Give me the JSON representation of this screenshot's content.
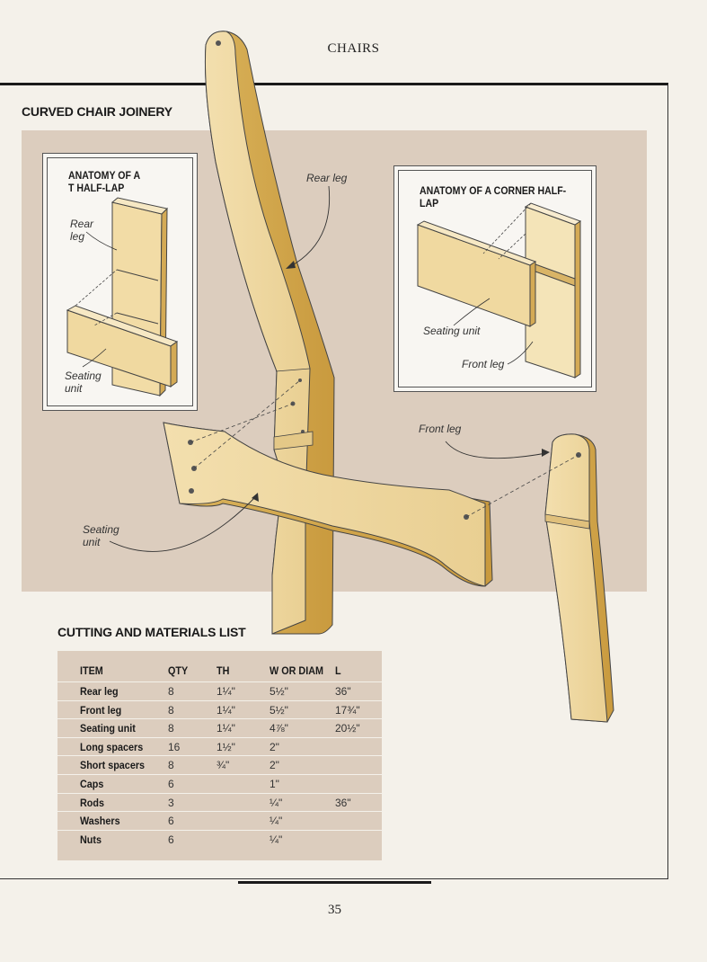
{
  "header": {
    "running_head": "CHAIRS"
  },
  "section": {
    "title": "CURVED CHAIR JOINERY"
  },
  "inset_t": {
    "title_line1": "ANATOMY OF A",
    "title_line2": "T HALF-LAP",
    "label_rear_1": "Rear",
    "label_rear_2": "leg",
    "label_seat_1": "Seating",
    "label_seat_2": "unit"
  },
  "inset_corner": {
    "title": "ANATOMY OF A CORNER HALF-LAP",
    "label_seat": "Seating unit",
    "label_front": "Front leg"
  },
  "main_labels": {
    "rear_leg": "Rear leg",
    "front_leg": "Front leg",
    "seat_1": "Seating",
    "seat_2": "unit"
  },
  "materials": {
    "title": "CUTTING AND MATERIALS LIST",
    "headers": [
      "ITEM",
      "QTY",
      "TH",
      "W OR DIAM",
      "L"
    ],
    "rows": [
      [
        "Rear leg",
        "8",
        "1¼\"",
        "5½\"",
        "36\""
      ],
      [
        "Front leg",
        "8",
        "1¼\"",
        "5½\"",
        "17¾\""
      ],
      [
        "Seating unit",
        "8",
        "1¼\"",
        "4⅞\"",
        "20½\""
      ],
      [
        "Long spacers",
        "16",
        "1½\"",
        "2\"",
        ""
      ],
      [
        "Short spacers",
        "8",
        "¾\"",
        "2\"",
        ""
      ],
      [
        "Caps",
        "6",
        "",
        "1\"",
        ""
      ],
      [
        "Rods",
        "3",
        "",
        "¼\"",
        "36\""
      ],
      [
        "Washers",
        "6",
        "",
        "¼\"",
        ""
      ],
      [
        "Nuts",
        "6",
        "",
        "¼\"",
        ""
      ]
    ]
  },
  "footer": {
    "page_number": "35"
  }
}
